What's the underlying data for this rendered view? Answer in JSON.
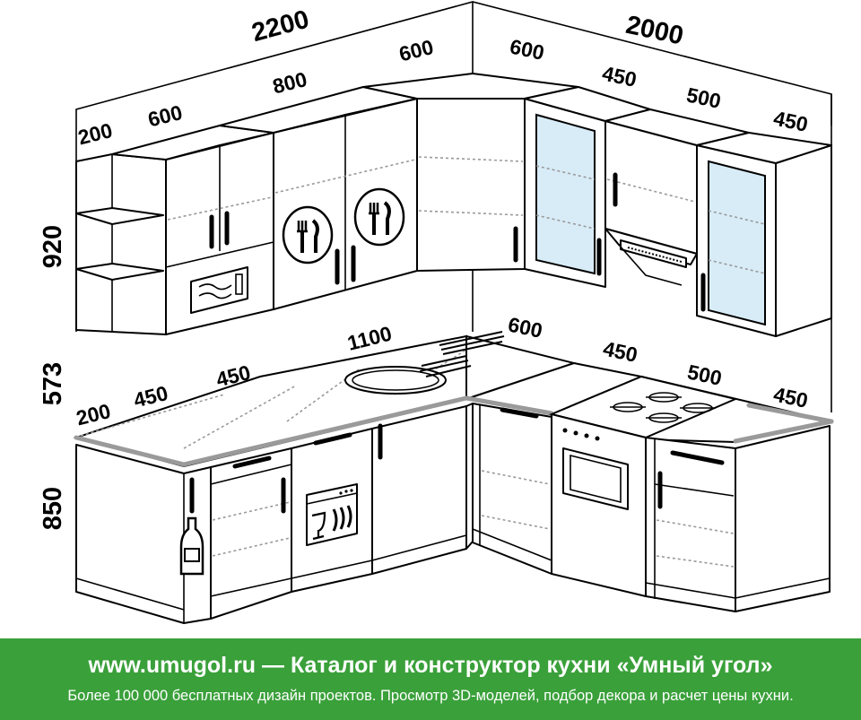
{
  "dimensions": {
    "width_left": "2200",
    "width_right": "2000",
    "upper_left": [
      "200",
      "600",
      "800",
      "600"
    ],
    "upper_right": [
      "600",
      "450",
      "500",
      "450"
    ],
    "lower_left": [
      "200",
      "450",
      "450",
      "1100"
    ],
    "lower_right": [
      "600",
      "450",
      "500",
      "450"
    ],
    "heights": [
      "920",
      "573",
      "850"
    ]
  },
  "banner": {
    "title": "www.umugol.ru — Каталог и конструктор кухни «Умный угол»",
    "subtitle": "Более 100 000 бесплатных дизайн проектов. Просмотр 3D-моделей, подбор декора и расчет цены кухни."
  },
  "colors": {
    "banner_bg": "#3aa03a",
    "banner_text": "#ffffff",
    "glass": "#d8ecf7",
    "counter_edge": "#9a9a9a"
  },
  "icons": [
    "microwave-icon",
    "plate-cutlery-icon",
    "bottle-icon",
    "dishwasher-icon",
    "oven-icon",
    "range-hood-icon",
    "sink-icon",
    "cooktop-icon"
  ]
}
